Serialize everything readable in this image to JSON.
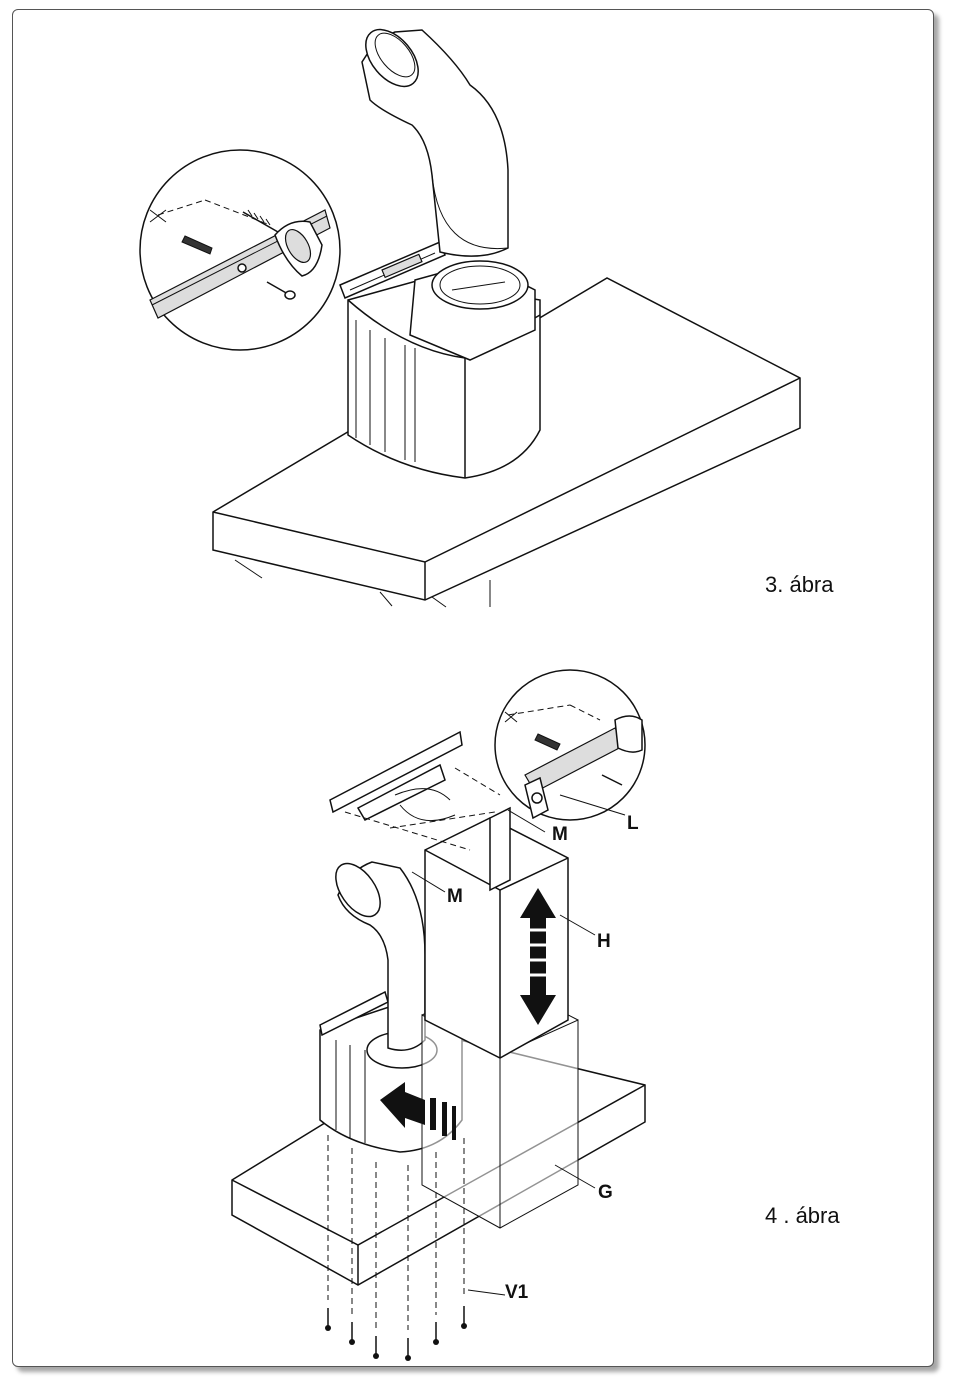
{
  "figure3": {
    "caption": "3. ábra"
  },
  "figure4": {
    "caption": "4 . ábra",
    "parts": {
      "M_top": "M",
      "M_mid": "M",
      "L": "L",
      "H": "H",
      "G": "G",
      "V1": "V1"
    }
  }
}
